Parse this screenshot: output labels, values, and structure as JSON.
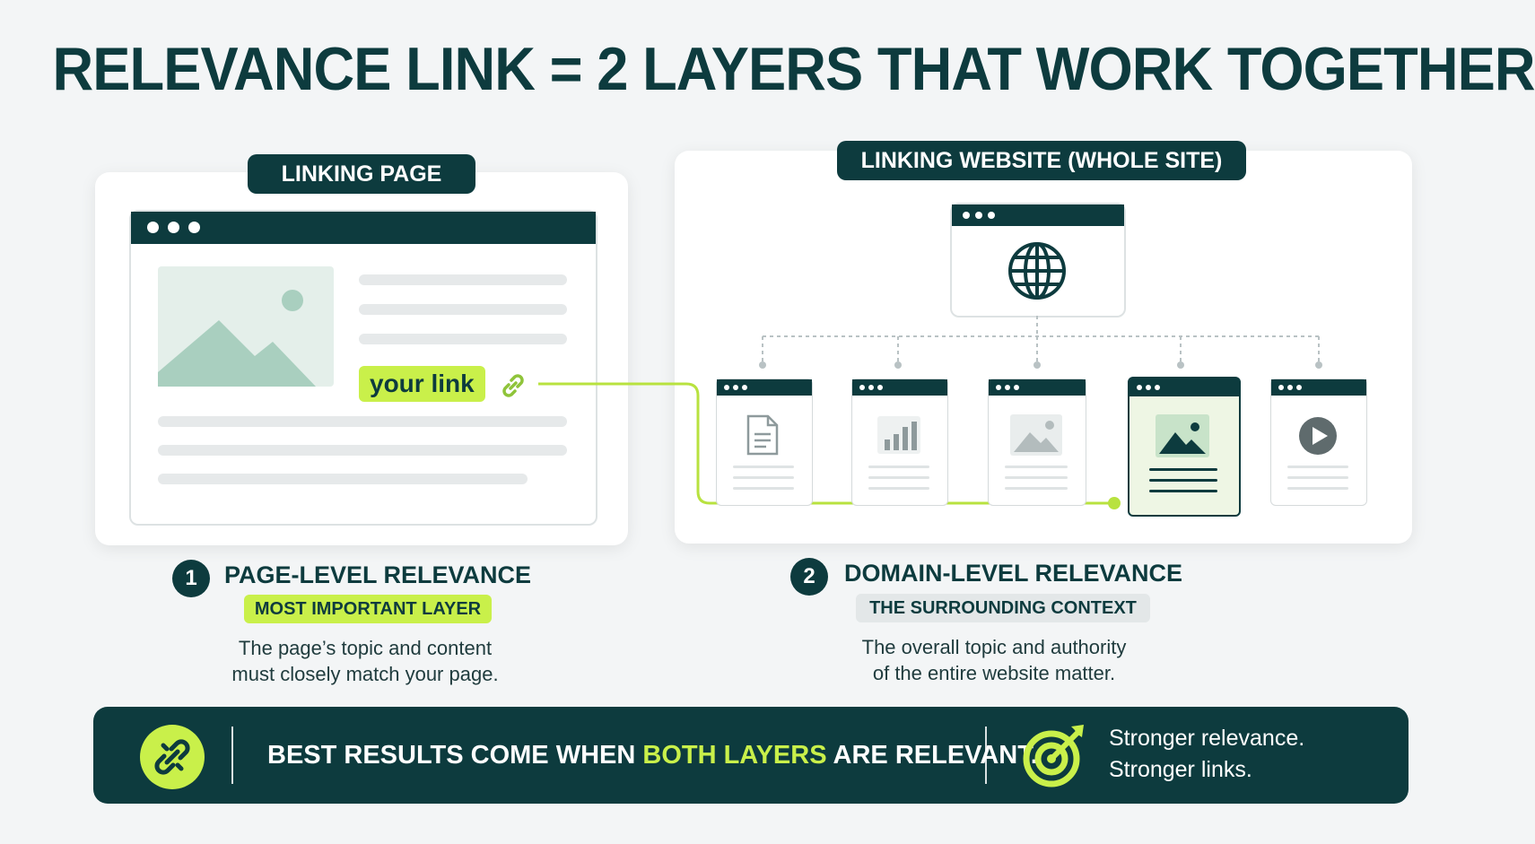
{
  "title": "RELEVANCE LINK = 2 LAYERS THAT WORK TOGETHER",
  "left_panel": {
    "label": "LINKING PAGE",
    "link_text": "your link"
  },
  "right_panel": {
    "label": "LINKING WEBSITE (WHOLE SITE)"
  },
  "layers": [
    {
      "number": "1",
      "heading": "PAGE-LEVEL RELEVANCE",
      "badge": "MOST IMPORTANT LAYER",
      "desc_line1": "The page’s topic and content",
      "desc_line2": "must closely match your page."
    },
    {
      "number": "2",
      "heading": "DOMAIN-LEVEL RELEVANCE",
      "badge": "THE SURROUNDING CONTEXT",
      "desc_line1": "The overall topic and authority",
      "desc_line2": "of the entire website matter."
    }
  ],
  "banner": {
    "text_before": "BEST RESULTS COME WHEN ",
    "text_highlight": "BOTH LAYERS",
    "text_after": " ARE RELEVANT.",
    "side_line1": "Stronger relevance.",
    "side_line2": "Stronger links."
  },
  "icons": [
    "globe-icon",
    "document-icon",
    "bar-chart-icon",
    "image-icon",
    "play-icon",
    "chain-link-icon",
    "target-icon"
  ],
  "colors": {
    "dark_teal": "#0d3b3e",
    "lime": "#c9f04a",
    "muted_green": "#a9cfbf"
  }
}
